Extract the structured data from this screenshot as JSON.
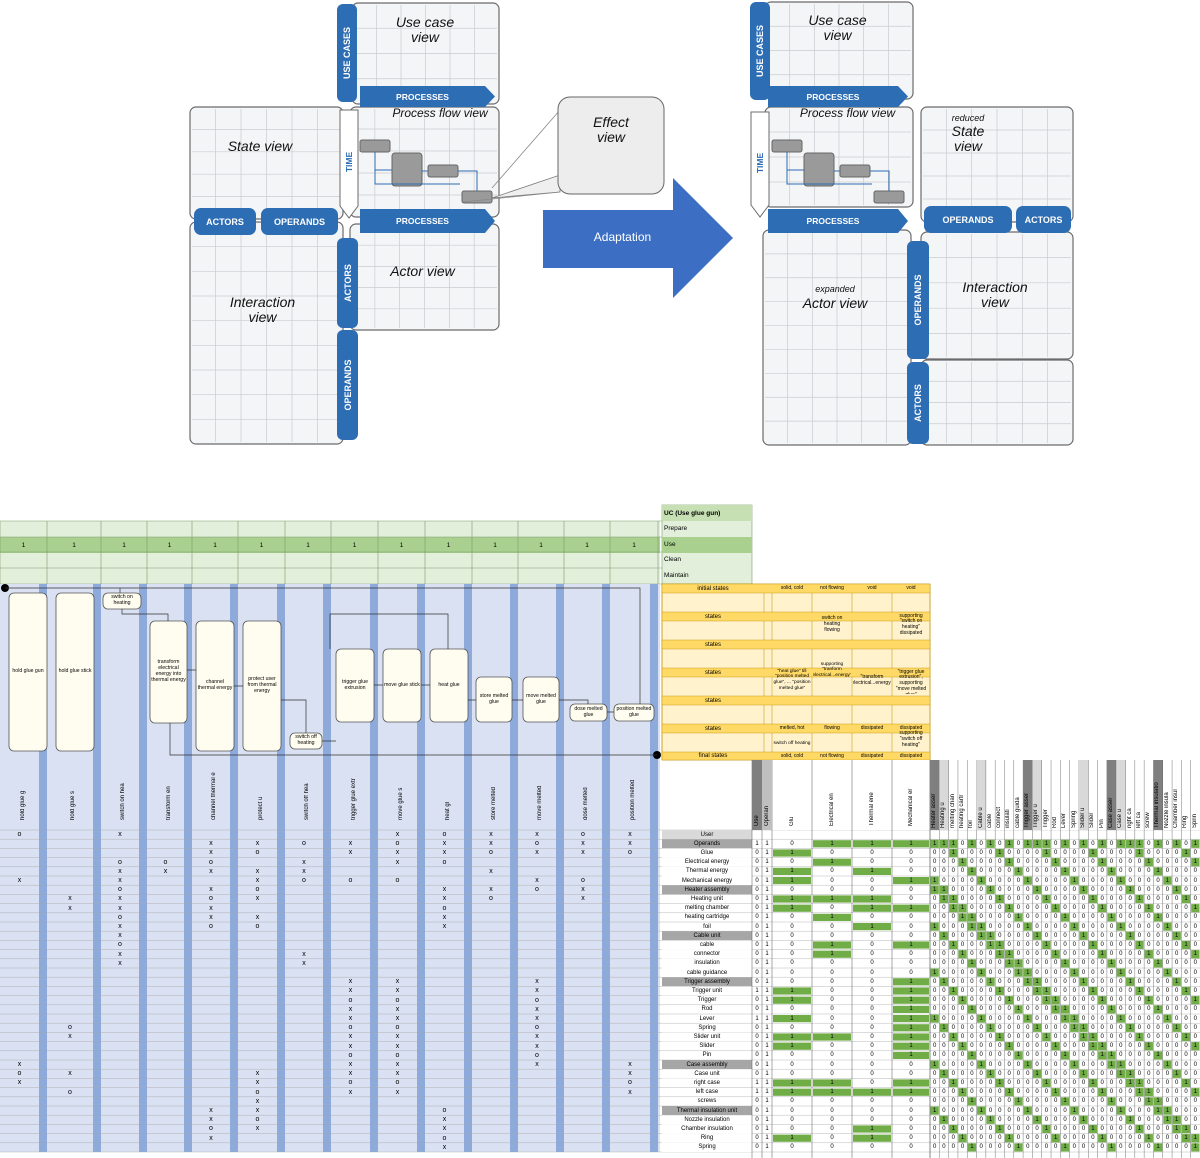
{
  "left_diagram": {
    "views": {
      "use_case": "Use case\nview",
      "process_flow": "Process flow view",
      "state": "State view",
      "actor": "Actor view",
      "interaction": "Interaction\nview",
      "effect": "Effect\nview"
    },
    "tabs": {
      "use_cases": "USE CASES",
      "processes_top": "PROCESSES",
      "time": "TIME",
      "actors_h": "ACTORS",
      "operands_h": "OPERANDS",
      "processes_mid": "PROCESSES",
      "actors_v": "ACTORS",
      "operands_v": "OPERANDS"
    }
  },
  "adaptation": {
    "label": "Adaptation"
  },
  "right_diagram": {
    "views": {
      "use_case": "Use case\nview",
      "process_flow": "Process flow view",
      "state_prefix": "reduced",
      "state": "State\nview",
      "actor_prefix": "expanded",
      "actor": "Actor view",
      "interaction": "Interaction\nview"
    },
    "tabs": {
      "use_cases": "USE CASES",
      "processes_top": "PROCESSES",
      "time": "TIME",
      "processes_mid": "PROCESSES",
      "operands_h": "OPERANDS",
      "actors_h": "ACTORS",
      "operands_v": "OPERANDS",
      "actors_v": "ACTORS"
    }
  },
  "matrix": {
    "uc_title": "UC (Use glue gun)",
    "phases": [
      "Prepare",
      "Use",
      "Clean",
      "Maintain"
    ],
    "use_row_value": "1",
    "processes": [
      "hold glue gun",
      "hold glue stick",
      "switch on heating",
      "transform electrical energy into thermal energy",
      "channel thermal energy",
      "protect user from thermal energy",
      "switch off heating",
      "trigger glue extrusion",
      "move glue stick",
      "heat glue",
      "store melted glue",
      "move melted glue",
      "dose melted glue",
      "position melted glue"
    ],
    "process_short": [
      "hold glue g",
      "hold glue s",
      "switch on hea",
      "transform en",
      "channel thermal e",
      "protect u",
      "switch off hea",
      "trigger glue extr",
      "move glue s",
      "heat gl",
      "store melted",
      "move melted",
      "dose melted",
      "position melted"
    ],
    "state_rows": [
      "initial states",
      "states",
      "states",
      "states",
      "states",
      "states",
      "final states"
    ],
    "state_columns": [
      [
        "solid, cold",
        "",
        "",
        "",
        "",
        "melted, hot",
        "solid, cold"
      ],
      [
        "not flowing",
        "switch on heating\nflowing",
        "",
        "",
        "",
        "flowing",
        "not flowing"
      ],
      [
        "void",
        "",
        "",
        "\"transform electrical...energy\"",
        "",
        "dissipated",
        "dissipated"
      ],
      [
        "void",
        "supporting \"switch on heating\"\ndissipated",
        "",
        "supporting \"trigger glue extrusion\", supporting \"move melted glue\"",
        "",
        "dissipated\nsupporting \"switch off heating\"",
        "dissipated"
      ]
    ],
    "state_notes": [
      "\"heat glue\" till \"position melted glue\", ... \"position melted glue\"",
      "supporting \"tranform electrical...energy\"",
      "switch off heating"
    ],
    "element_rows": [
      "User",
      "Operands",
      "Glue",
      "Electrical energy",
      "Thermal energy",
      "Mechanical energy",
      "Heater assembly",
      "Heating unit",
      "melting chamber",
      "heating cartridge",
      "foil",
      "Cable unit",
      "cable",
      "connector",
      "insulation",
      "cable guidance",
      "Trigger assembly",
      "Trigger unit",
      "Trigger",
      "Rod",
      "Lever",
      "Spring",
      "Slider unit",
      "Slider",
      "Pin",
      "Case assembly",
      "Case unit",
      "right case",
      "left case",
      "screws",
      "Thermal insulation unit",
      "Nozzle insulation",
      "Chamber insulation",
      "Ring",
      "Spring"
    ],
    "operand_cols": [
      "Use",
      "Operan",
      "Glu",
      "Electrical en",
      "Thermal ene",
      "Mechanical er"
    ],
    "actor_cols": [
      "Heater asser",
      "Heating u",
      "melting chan",
      "heating cartr",
      "foil",
      "Cable u",
      "cable",
      "connect",
      "insulati",
      "cable guida",
      "Trigger asser",
      "Trigger u",
      "Trigger",
      "Rod",
      "Lever",
      "Spring",
      "Slider u",
      "Slider",
      "Pin",
      "Case asser",
      "Case u",
      "right ca",
      "left ca",
      "screw",
      "Thermal insulatio",
      "Nozzle insula",
      "Chamber insul",
      "Ring",
      "Sprin"
    ],
    "marks": {
      "x": "x",
      "o": "o",
      "zero": "0",
      "one": "1"
    }
  }
}
